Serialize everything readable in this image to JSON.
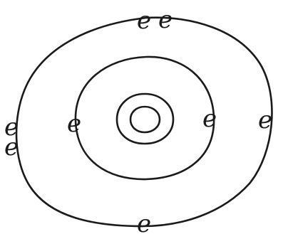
{
  "diagram": {
    "nucleus": {
      "label": ""
    },
    "inner_shell": {
      "electrons": [
        "e",
        "e"
      ]
    },
    "outer_shell": {
      "electrons": [
        "e",
        "e",
        "e",
        "e",
        "e",
        "e"
      ]
    }
  }
}
